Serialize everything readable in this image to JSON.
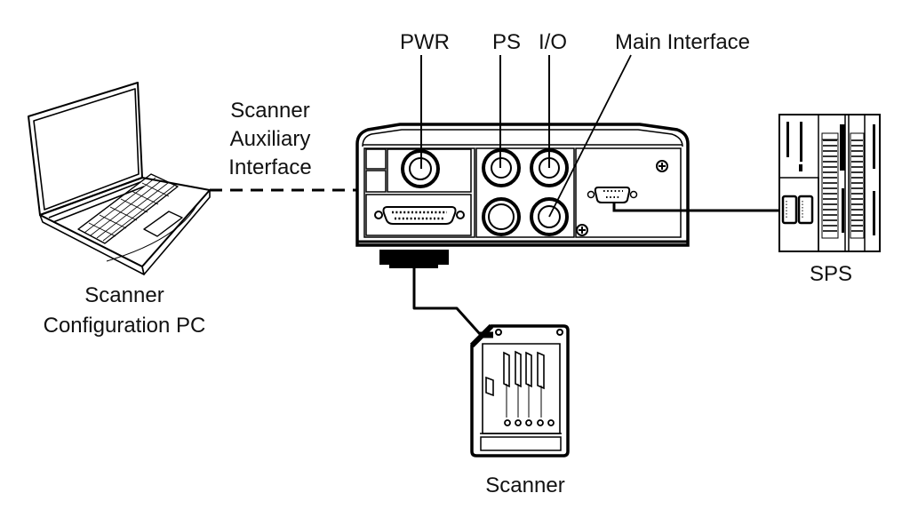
{
  "diagram": {
    "type": "connection-diagram",
    "labels": {
      "pwr": "PWR",
      "ps": "PS",
      "io": "I/O",
      "main_interface": "Main Interface",
      "aux_line1": "Scanner",
      "aux_line2": "Auxiliary",
      "aux_line3": "Interface",
      "pc_line1": "Scanner",
      "pc_line2": "Configuration PC",
      "sps": "SPS",
      "scanner": "Scanner"
    },
    "nodes": [
      {
        "id": "pc",
        "name": "Scanner Configuration PC",
        "icon": "laptop-icon"
      },
      {
        "id": "hub",
        "name": "Connection Box",
        "icon": "connection-box-icon"
      },
      {
        "id": "sps",
        "name": "SPS",
        "icon": "plc-icon"
      },
      {
        "id": "scanner",
        "name": "Scanner",
        "icon": "scanner-icon"
      }
    ],
    "connections": [
      {
        "from": "pc",
        "to": "hub",
        "style": "dashed",
        "label": "Scanner Auxiliary Interface"
      },
      {
        "from": "hub",
        "to": "sps",
        "style": "solid",
        "label": "Main Interface"
      },
      {
        "from": "hub",
        "to": "scanner",
        "style": "solid"
      }
    ],
    "colors": {
      "ink": "#000000",
      "background": "#ffffff"
    }
  }
}
